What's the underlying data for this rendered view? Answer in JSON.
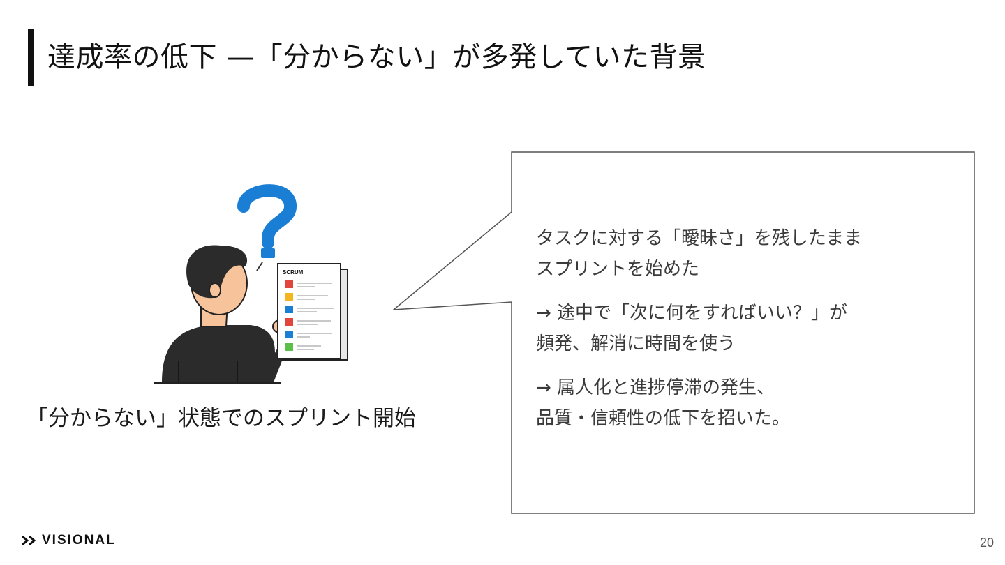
{
  "slide": {
    "title": "達成率の低下 —「分からない」が多発していた背景",
    "caption": "「分からない」状態でのスプリント開始",
    "page_number": "20"
  },
  "illustration": {
    "document_label": "SCRUM",
    "accent_color": "#1a7fd4"
  },
  "bubble": {
    "paragraphs": [
      [
        "タスクに対する「曖昧さ」を残したまま",
        "スプリントを始めた"
      ],
      [
        "→ 途中で「次に何をすればいい？」が",
        "頻発、解消に時間を使う"
      ],
      [
        "→ 属人化と進捗停滞の発生、",
        "品質・信頼性の低下を招いた。"
      ]
    ]
  },
  "footer": {
    "logo_text": "VISIONAL"
  }
}
